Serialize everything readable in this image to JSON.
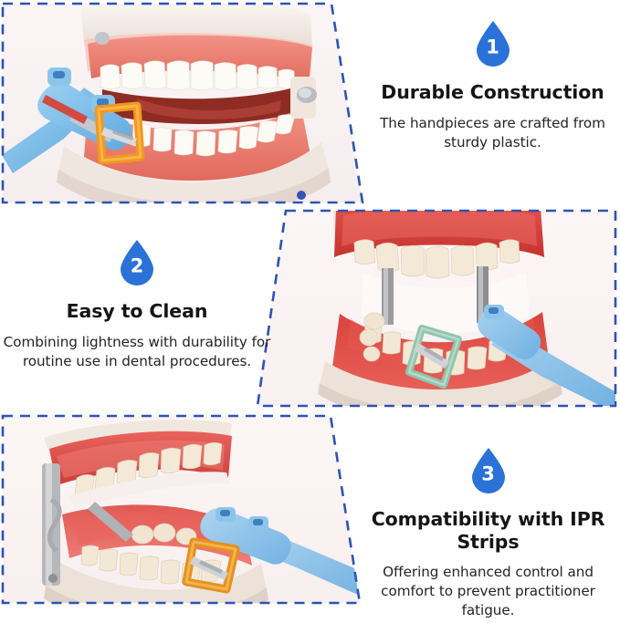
{
  "page": {
    "type": "product-feature-infographic",
    "subject": "Dental IPR strip holder handpiece demonstrated on a typodont teeth model",
    "background_color": "#ffffff",
    "accent_color": "#2a72d8",
    "border_color": "#2d52b8",
    "heading_color": "#151515",
    "body_color": "#242424",
    "panel_background": "#f8f1f1"
  },
  "features": [
    {
      "number": "1",
      "title": "Durable Construction",
      "description": "The handpieces are crafted from sturdy plastic.",
      "icon": "droplet-badge-icon"
    },
    {
      "number": "2",
      "title": "Easy to Clean",
      "description": "Combining lightness with durability for routine use in dental procedures.",
      "icon": "droplet-badge-icon"
    },
    {
      "number": "3",
      "title": "Compatibility with IPR Strips",
      "description": "Offering enhanced control and comfort to prevent practitioner fatigue.",
      "icon": "droplet-badge-icon"
    }
  ],
  "photos": [
    {
      "id": "photo-1",
      "alt": "Dental typodont model with closed jaws, blue plastic handpiece holding an orange IPR strip clamp at the lower teeth",
      "tool_color": "#6fb6e8",
      "clamp_color": "#f09a1e",
      "gum_color": "#ef7f72",
      "teeth_color": "#fbfbf7",
      "base_color": "#f3e9e4"
    },
    {
      "id": "photo-2",
      "alt": "Open dental model held by metal posts with a green IPR strip holder on a blue handle inserted at the lower right molars",
      "tool_color": "#8cc3ea",
      "clamp_color": "#8fc4ae",
      "gum_color": "#d9453f",
      "teeth_color": "#f2e6d3",
      "base_color": "#efe6dc"
    },
    {
      "id": "photo-3",
      "alt": "Dental model with jaws open on a metal stand, blue handpiece with an orange IPR strip clamp at the lower molars",
      "tool_color": "#8ec2e8",
      "clamp_color": "#e5921b",
      "gum_color": "#dd5a56",
      "teeth_color": "#f3e7d4",
      "base_color": "#ece3da"
    }
  ]
}
